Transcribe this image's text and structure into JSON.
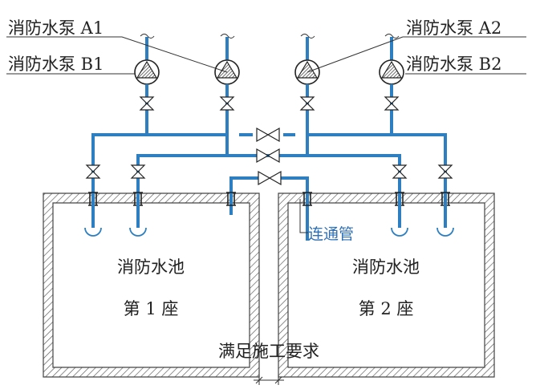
{
  "labels": {
    "pump_a1": "消防水泵 A1",
    "pump_b1": "消防水泵 B1",
    "pump_a2": "消防水泵 A2",
    "pump_b2": "消防水泵 B2",
    "connecting_pipe": "连通管",
    "pool_1_name": "消防水池",
    "pool_1_number": "第 1 座",
    "pool_2_name": "消防水池",
    "pool_2_number": "第 2 座",
    "construction_note": "满足施工要求"
  },
  "colors": {
    "pipe": "#2d7fc1",
    "wall": "#444444",
    "text": "#222222",
    "callout_text": "#2f6fb4"
  }
}
